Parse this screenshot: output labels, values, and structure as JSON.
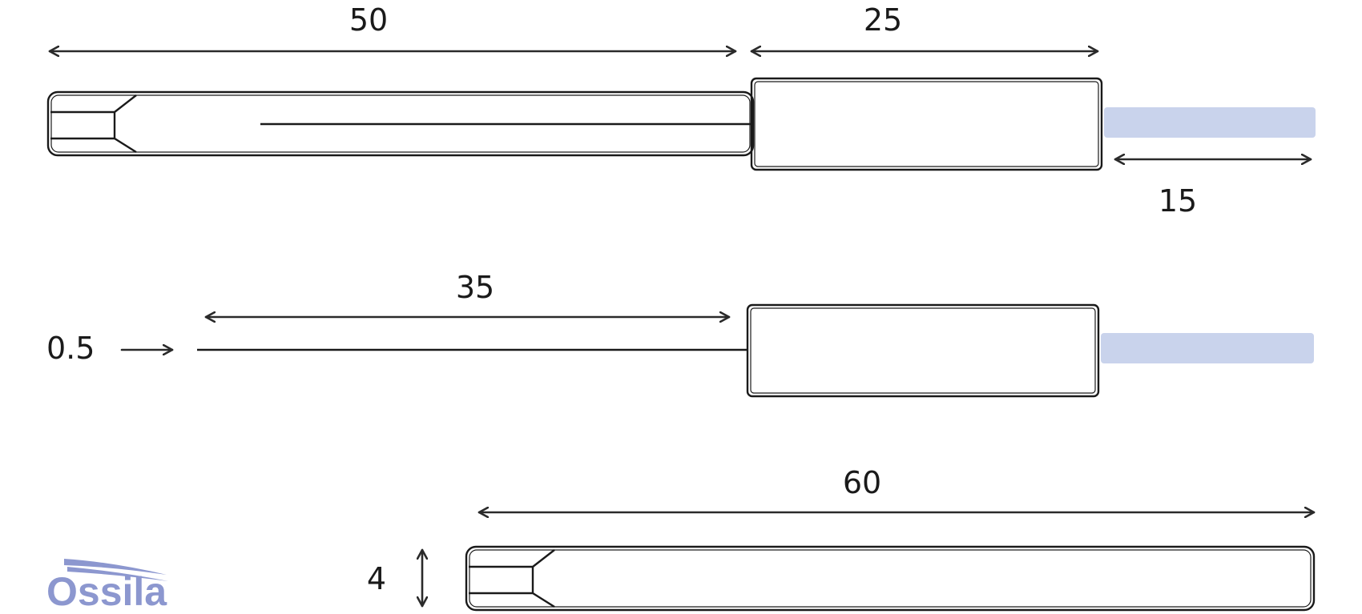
{
  "diagram": {
    "colors": {
      "line": "#1a1a1a",
      "glass_rod": "#c9d3ec",
      "logo": "#8c97cf",
      "background": "#ffffff"
    },
    "dimensions": {
      "top_body_length": "50",
      "top_cap_length": "25",
      "top_rod_length": "15",
      "middle_needle_length": "35",
      "middle_needle_diameter": "0.5",
      "bottom_total_length": "60",
      "bottom_width": "4"
    },
    "logo": {
      "text": "Ossila"
    }
  }
}
